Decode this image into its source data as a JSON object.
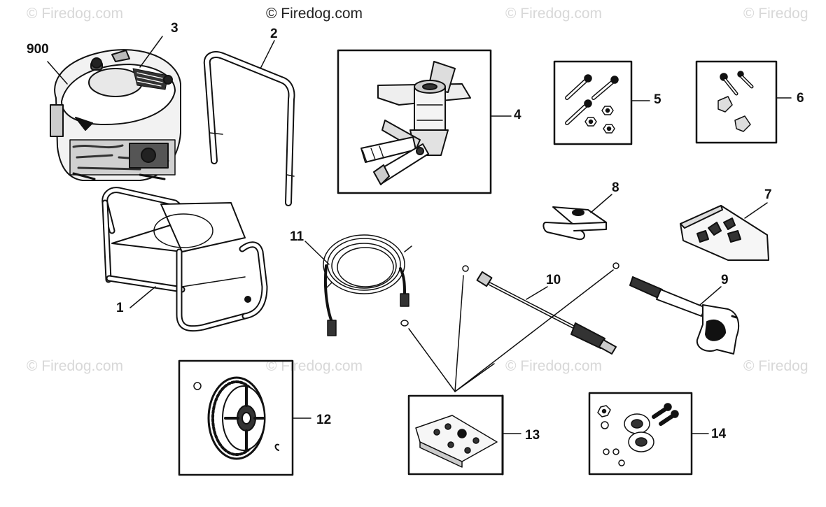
{
  "watermarks": {
    "main": "© Firedog.com",
    "faded": "© Firedog.com",
    "faded_cut": "© Firedog"
  },
  "callouts": [
    "900",
    "3",
    "2",
    "4",
    "5",
    "6",
    "8",
    "7",
    "11",
    "1",
    "10",
    "9",
    "12",
    "13",
    "14"
  ],
  "parts": [
    {
      "callout": "900",
      "icon": "engine-icon"
    },
    {
      "callout": "3",
      "icon": "engine-shroud-icon"
    },
    {
      "callout": "2",
      "icon": "handle-icon"
    },
    {
      "callout": "4",
      "icon": "pump-icon"
    },
    {
      "callout": "5",
      "icon": "bolts-icon"
    },
    {
      "callout": "6",
      "icon": "knob-bolts-icon"
    },
    {
      "callout": "8",
      "icon": "bracket-icon"
    },
    {
      "callout": "7",
      "icon": "nozzle-pack-icon"
    },
    {
      "callout": "11",
      "icon": "hose-icon"
    },
    {
      "callout": "1",
      "icon": "frame-icon"
    },
    {
      "callout": "10",
      "icon": "wand-icon"
    },
    {
      "callout": "9",
      "icon": "spray-gun-icon"
    },
    {
      "callout": "12",
      "icon": "wheel-icon"
    },
    {
      "callout": "13",
      "icon": "o-ring-kit-icon"
    },
    {
      "callout": "14",
      "icon": "wheel-hardware-icon"
    }
  ],
  "colors": {
    "line": "#111111",
    "watermark": "#d8d8d8"
  }
}
